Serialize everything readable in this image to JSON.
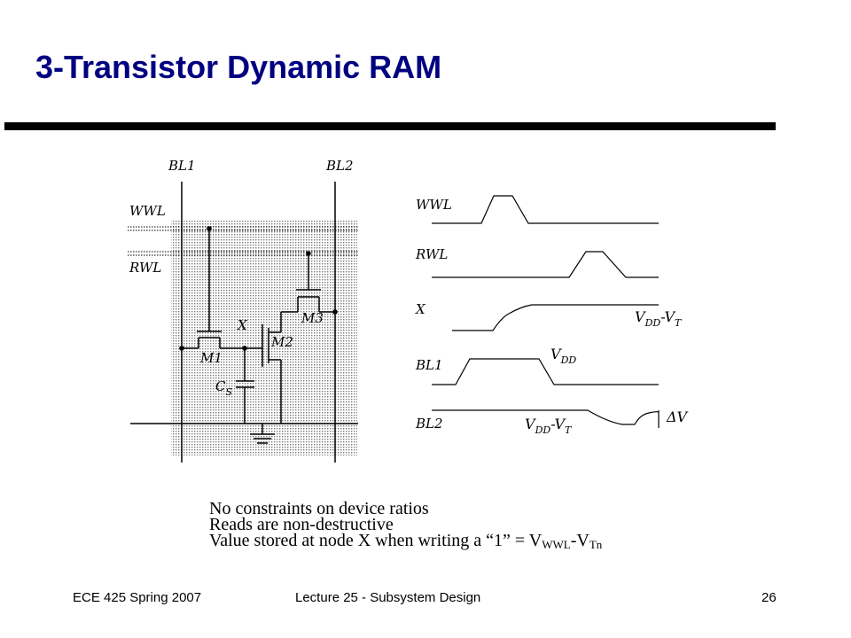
{
  "slide": {
    "title": "3-Transistor Dynamic RAM"
  },
  "schematic": {
    "bitlines": [
      "BL1",
      "BL2"
    ],
    "wordlines": [
      "WWL",
      "RWL"
    ],
    "devices": [
      "M1",
      "M2",
      "M3"
    ],
    "node": "X",
    "cap": {
      "base": "C",
      "sub": "S"
    }
  },
  "timing": {
    "signals": [
      "WWL",
      "RWL",
      "X",
      "BL1",
      "BL2"
    ],
    "annotations": {
      "x_level": {
        "a": "V",
        "a_sub": "DD",
        "sep": "-",
        "b": "V",
        "b_sub": "T"
      },
      "bl1_level": {
        "a": "V",
        "a_sub": "DD"
      },
      "bl2_level": {
        "a": "V",
        "a_sub": "DD",
        "sep": "-",
        "b": "V",
        "b_sub": "T"
      },
      "delta": "ΔV"
    }
  },
  "notes": {
    "line1": "No constraints on device ratios",
    "line2": "Reads are non-destructive",
    "line3_prefix": "Value stored at node X when writing a “1” = V",
    "line3_sub1": "WWL",
    "line3_mid": "-V",
    "line3_sub2": "Tn"
  },
  "footer": {
    "course": "ECE 425 Spring 2007",
    "lecture": "Lecture 25 - Subsystem Design",
    "page": "26"
  }
}
